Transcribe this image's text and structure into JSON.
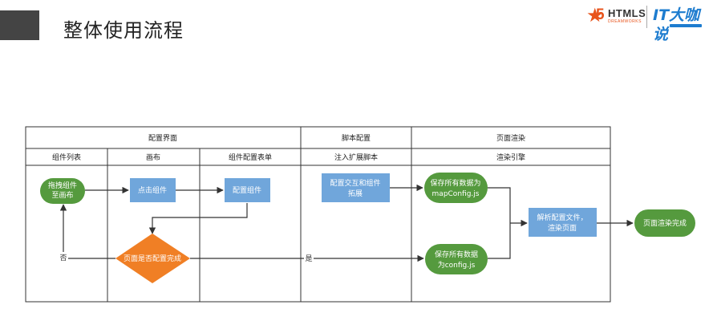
{
  "slide": {
    "title": "整体使用流程"
  },
  "logos": {
    "html5_number": "5",
    "html5_name": "HTMLS",
    "html5_sub": "DREAMWORKS",
    "it_name": "IT大咖说"
  },
  "diagram": {
    "groups": {
      "config_ui": "配置界面",
      "script_config": "脚本配置",
      "page_render": "页面渲染"
    },
    "lanes": {
      "component_list": "组件列表",
      "canvas": "画布",
      "component_form": "组件配置表单",
      "inject_script": "注入扩展脚本",
      "render_engine": "渲染引擎"
    },
    "nodes": {
      "drag_line1": "拖拽组件",
      "drag_line2": "至画布",
      "click_component": "点击组件",
      "configure_component": "配置组件",
      "interaction_line1": "配置交互和组件",
      "interaction_line2": "拓展",
      "save_all_line1": "保存所有数据为",
      "save_all_line2": "mapConfig.js",
      "decision": "页面是否配置完成",
      "save_config_line1": "保存所有数据",
      "save_config_line2": "为config.js",
      "parse_line1": "解析配置文件，",
      "parse_line2": "渲染页面",
      "render_done": "页面渲染完成"
    },
    "edge_labels": {
      "no": "否",
      "yes": "是"
    },
    "colors": {
      "green": "#559a3e",
      "blue": "#70a6db",
      "orange": "#f07f25",
      "line": "#333333"
    }
  }
}
